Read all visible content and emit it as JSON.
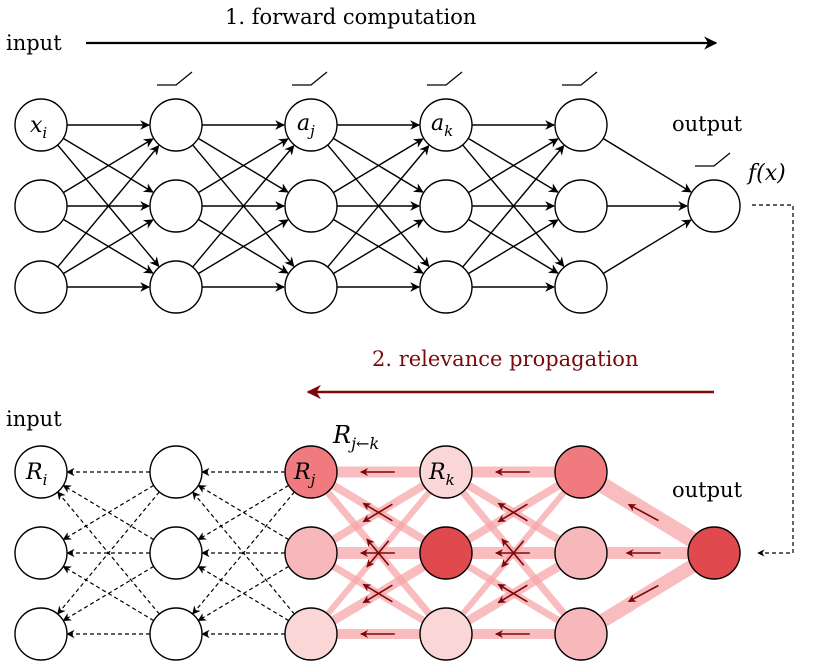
{
  "top": {
    "arrow_label": "1. forward computation",
    "input_label": "input",
    "output_label": "output",
    "output_fn": "f(x)",
    "node_labels": {
      "x_i": {
        "main": "x",
        "sub": "i"
      },
      "a_j": {
        "main": "a",
        "sub": "j"
      },
      "a_k": {
        "main": "a",
        "sub": "k"
      }
    }
  },
  "bottom": {
    "arrow_label": "2. relevance propagation",
    "input_label": "input",
    "output_label": "output",
    "message_label": {
      "main": "R",
      "sub": "j←k"
    },
    "node_labels": {
      "R_i": {
        "main": "R",
        "sub": "i"
      },
      "R_j": {
        "main": "R",
        "sub": "j"
      },
      "R_k": {
        "main": "R",
        "sub": "k"
      }
    }
  },
  "colors": {
    "relevance_dark": "#e04a4f",
    "relevance_strong": "#f07a7e",
    "relevance_mid": "#f6b8bb",
    "relevance_light": "#fad6d7",
    "band": "#f7a5a9",
    "propagation_arrow": "#7a0a0a"
  }
}
